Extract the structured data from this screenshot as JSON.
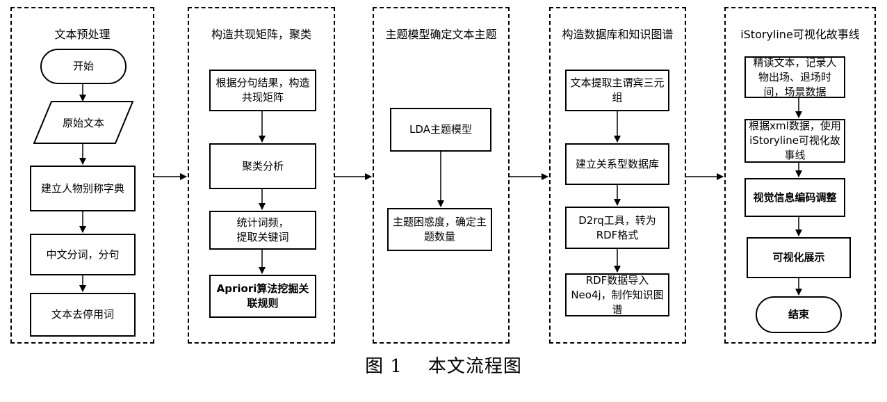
{
  "panels": [
    {
      "title": "文本预处理",
      "steps": [
        "开始",
        "原始文本",
        "建立人物别称字典",
        "中文分词，分句",
        "文本去停用词"
      ]
    },
    {
      "title": "构造共现矩阵，聚类",
      "steps": [
        "根据分句结果，构造共现矩阵",
        "聚类分析",
        "统计词频，\n提取关键词",
        "Apriori算法挖掘关联规则"
      ]
    },
    {
      "title": "主题模型确定文本主题",
      "steps": [
        "LDA主题模型",
        "主题困惑度，确定主题数量"
      ]
    },
    {
      "title": "构造数据库和知识图谱",
      "steps": [
        "文本提取主谓宾三元组",
        "建立关系型数据库",
        "D2rq工具，转为RDF格式",
        "RDF数据导入Neo4j，制作知识图谱"
      ]
    },
    {
      "title": "iStoryline可视化故事线",
      "steps": [
        "精读文本，记录人物出场、退场时间，场景数据",
        "根据xml数据，使用iStoryline可视化故事线",
        "视觉信息编码调整",
        "可视化展示",
        "结束"
      ]
    }
  ],
  "caption": "图 1    本文流程图"
}
